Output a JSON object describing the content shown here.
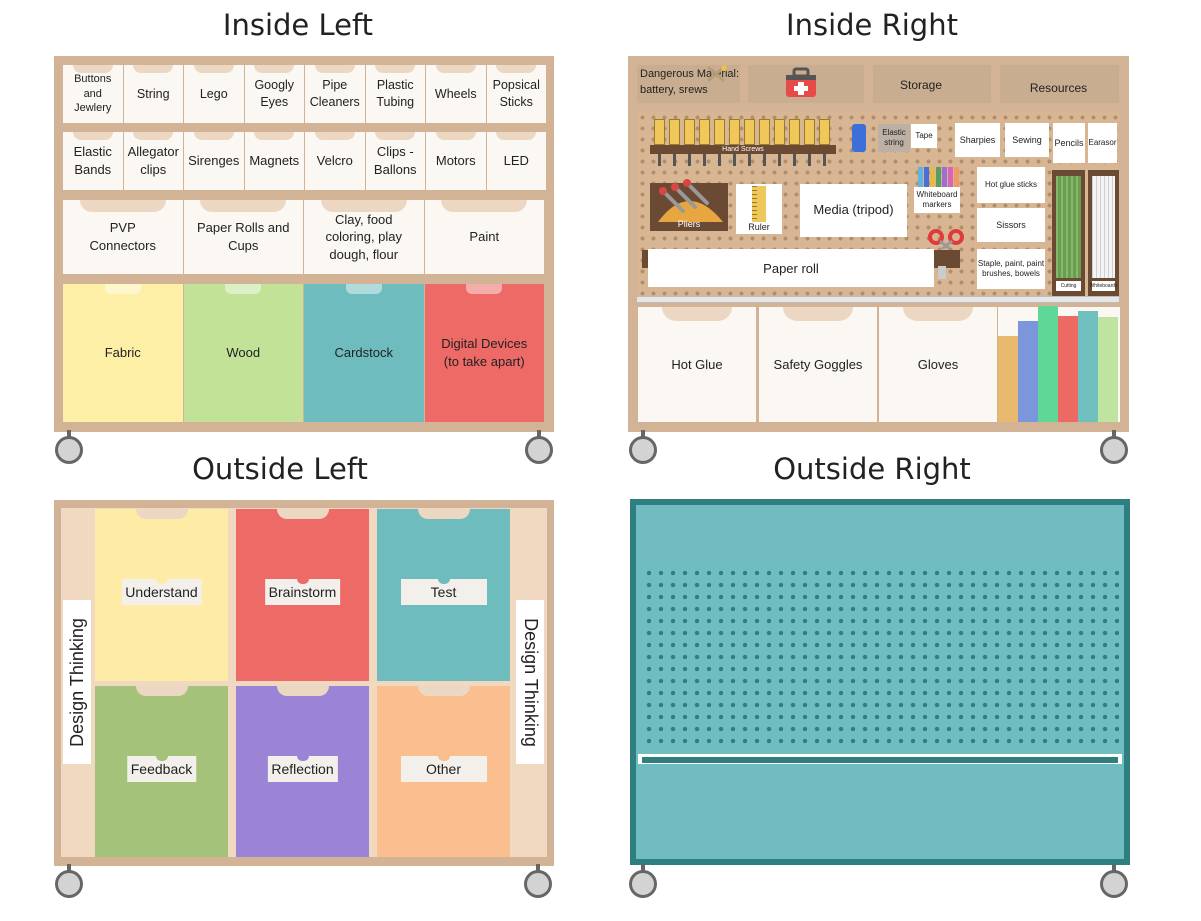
{
  "quadrants": {
    "inside_left": {
      "title": "Inside Left",
      "row1": [
        "Buttons and Jewlery",
        "String",
        "Lego",
        "Googly Eyes",
        "Pipe Cleaners",
        "Plastic Tubing",
        "Wheels",
        "Popsical Sticks"
      ],
      "row2": [
        "Elastic Bands",
        "Allegator clips",
        "Sirenges",
        "Magnets",
        "Velcro",
        "Clips - Ballons",
        "Motors",
        "LED"
      ],
      "row3": [
        "PVP Connectors",
        "Paper Rolls and Cups",
        "Clay, food coloring, play dough, flour",
        "Paint"
      ],
      "row4": [
        {
          "label": "Fabric",
          "color": "#fdf0a6"
        },
        {
          "label": "Wood",
          "color": "#c1e297"
        },
        {
          "label": "Cardstock",
          "color": "#6fbcbe"
        },
        {
          "label": "Digital Devices (to take apart)",
          "color": "#ed6a67"
        }
      ]
    },
    "inside_right": {
      "title": "Inside Right",
      "dangerous": "Dangerous Material: battery, srews",
      "storage": "Storage",
      "resources": "Resources",
      "hand_screws": "Hand Screws",
      "elastic_string": "Elastic string",
      "tape": "Tape",
      "sharpies": "Sharpies",
      "sewing": "Sewing",
      "pencils": "Pencils",
      "earasor": "Earasor",
      "whiteboard_markers": "Whiteboard markers",
      "hot_glue_sticks": "Hot glue sticks",
      "sissors": "Sissors",
      "staple": "Staple, paint, paint brushes, bowels",
      "pliers": "Pliers",
      "ruler": "Ruler",
      "media": "Media (tripod)",
      "paper_roll": "Paper roll",
      "cutting": "Cutting",
      "whiteboards": "Whiteboards",
      "bottom_bins": [
        "Hot Glue",
        "Safety Goggles",
        "Gloves"
      ],
      "book_colors": [
        "#e8b86d",
        "#7b96da",
        "#5fd796",
        "#ec6a63",
        "#6fc0bf",
        "#bfe4a0"
      ]
    },
    "outside_left": {
      "title": "Outside Left",
      "side_label": "Design Thinking",
      "bins": [
        {
          "label": "Understand",
          "color": "#fdeba6"
        },
        {
          "label": "Brainstorm",
          "color": "#ed6a67"
        },
        {
          "label": "Test",
          "color": "#6fbcbf"
        },
        {
          "label": "Feedback",
          "color": "#a4c279"
        },
        {
          "label": "Reflection",
          "color": "#9b83d6"
        },
        {
          "label": "Other",
          "color": "#fbbe8f"
        }
      ]
    },
    "outside_right": {
      "title": "Outside Right",
      "board_color": "#71bcc0",
      "border_color": "#2f7e80"
    }
  }
}
